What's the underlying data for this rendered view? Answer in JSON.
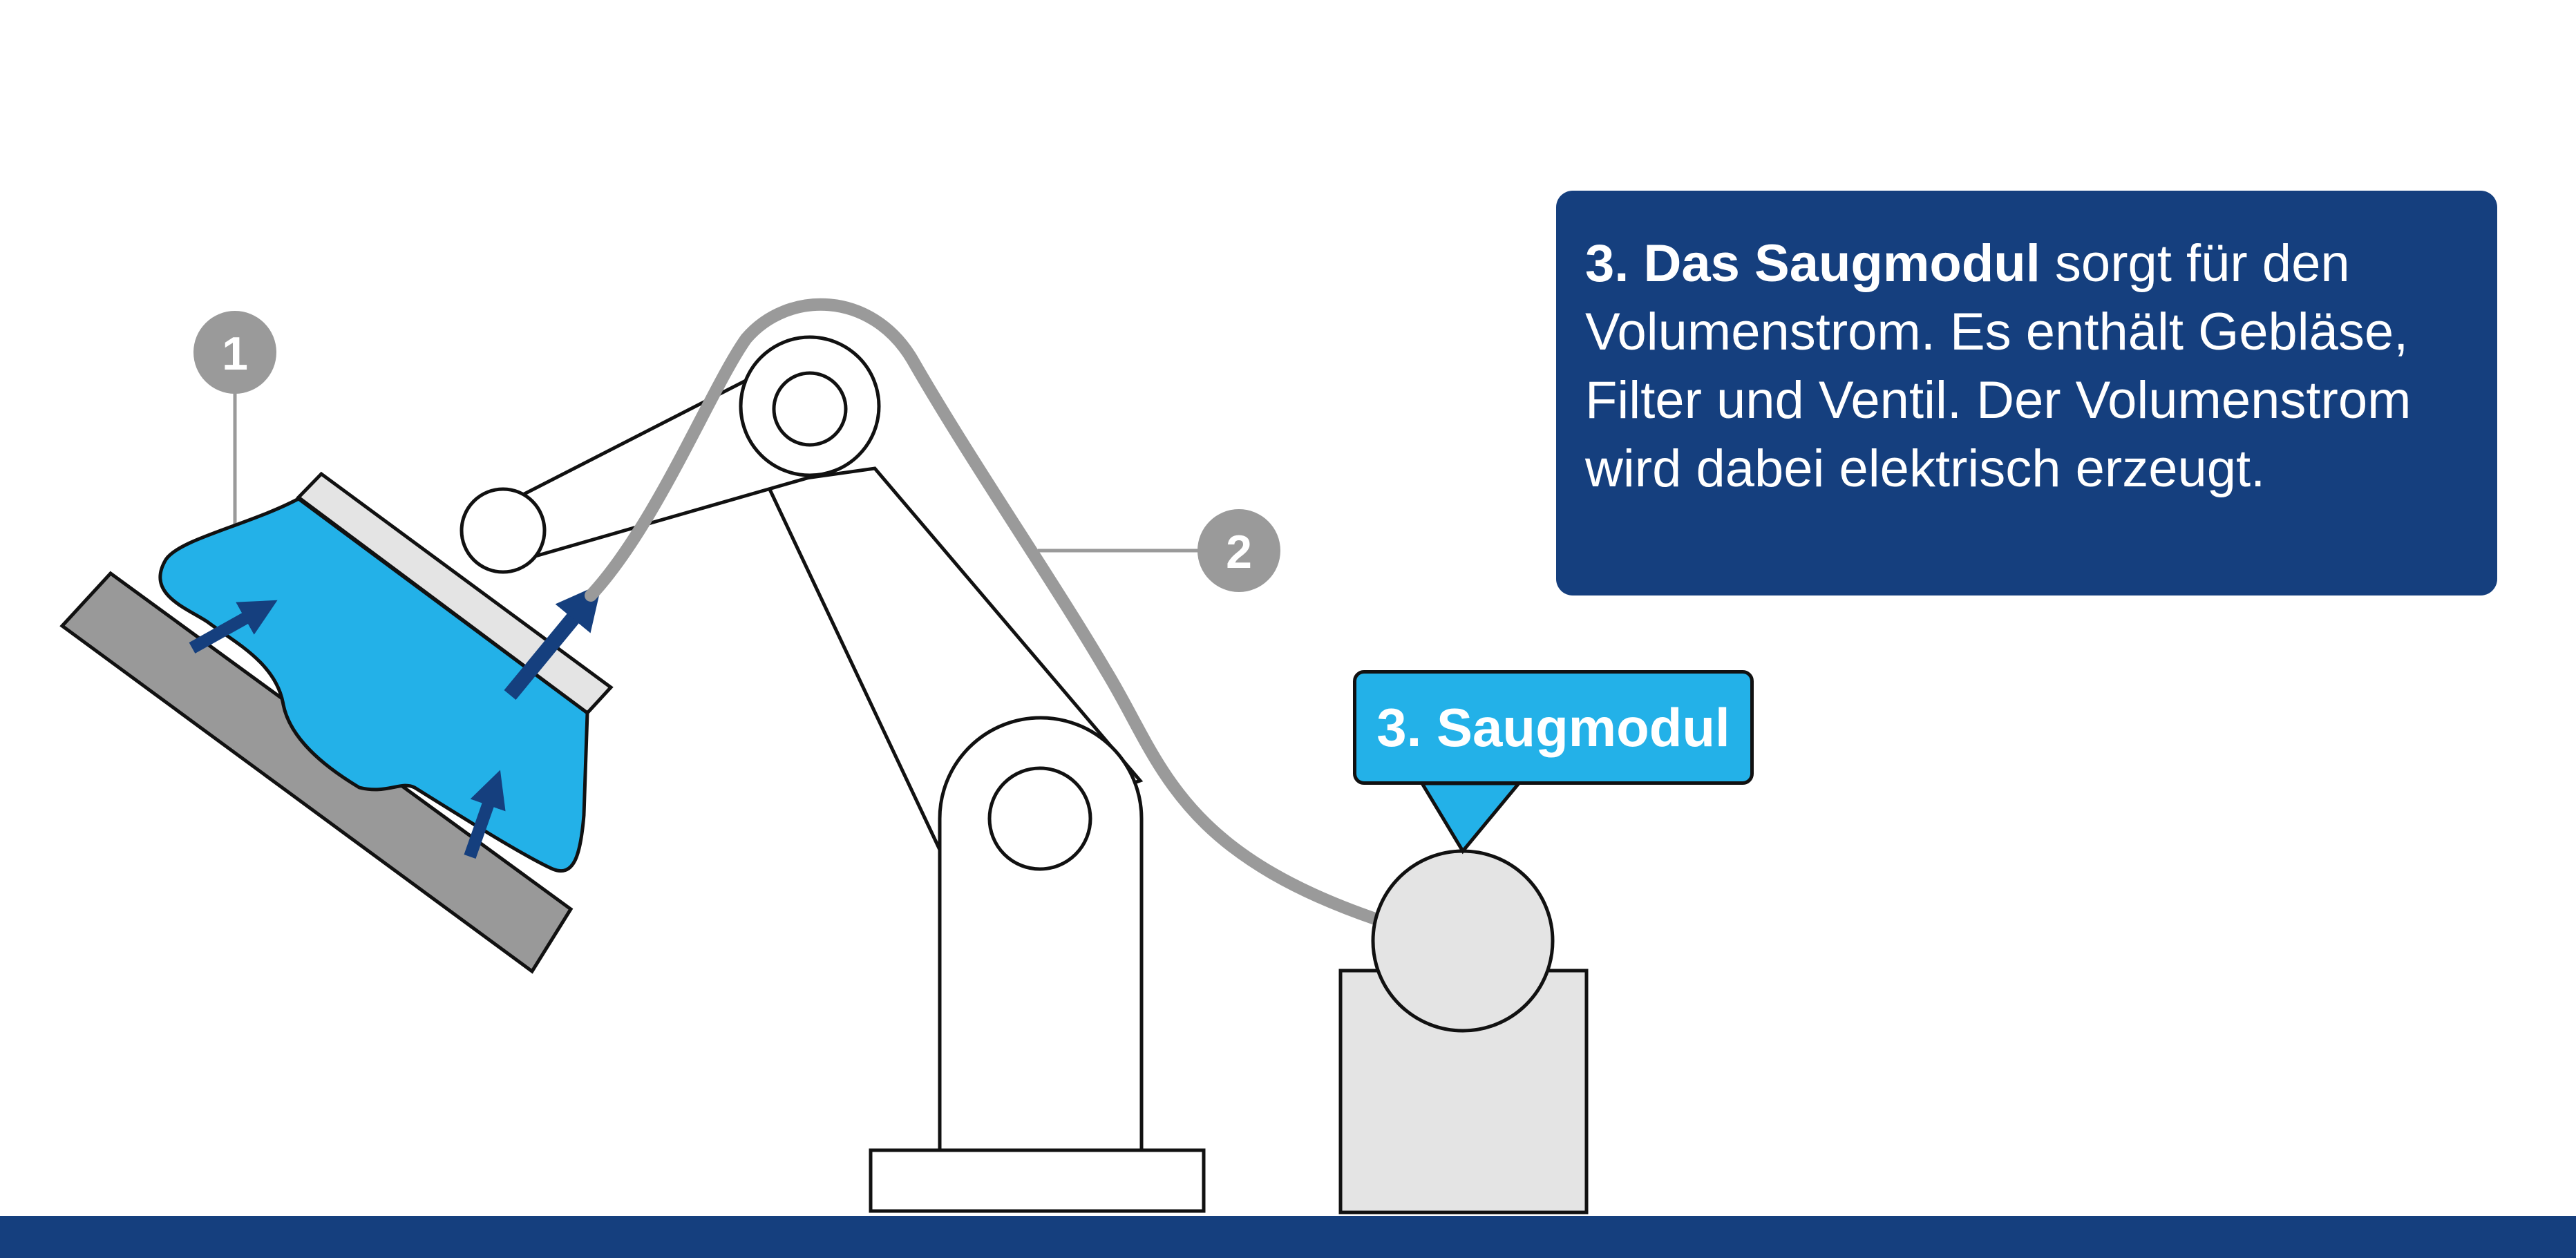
{
  "info_box": {
    "title": "3. Das Saugmodul",
    "text": " sorgt für den Volumenstrom. Es enthält Gebläse, Filter und Ventil. Der Volumenstrom wird dabei elektrisch erzeugt."
  },
  "callout": {
    "label": "3. Saugmodul"
  },
  "markers": {
    "one": "1",
    "two": "2"
  },
  "colors": {
    "navy": "#153f7e",
    "sky_blue": "#23b1e8",
    "grey_marker": "#9a9a9a",
    "light_grey": "#e4e4e4",
    "plate_grey": "#999999",
    "arrow_blue": "#153f7e"
  }
}
